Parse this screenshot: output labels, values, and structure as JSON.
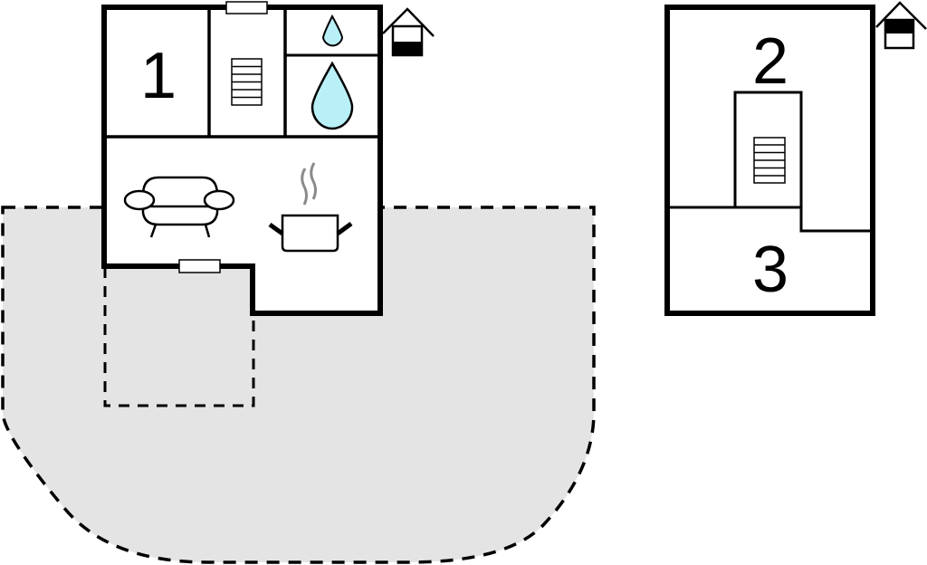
{
  "diagram": {
    "type": "floor-plan",
    "colors": {
      "wall": "#000000",
      "terrace_fill": "#e4e4e4",
      "water": "#b9f0f7",
      "steam": "#8a8a8a",
      "background": "#ffffff"
    },
    "ground_floor": {
      "level_icon": "house-ground-floor-icon",
      "rooms": [
        {
          "id": "bedroom-1",
          "label": "1",
          "type": "bedroom"
        },
        {
          "id": "stairs",
          "label": "",
          "type": "staircase",
          "icon": "stairs-icon"
        },
        {
          "id": "toilet",
          "label": "",
          "type": "toilet",
          "icon": "small-water-drop-icon"
        },
        {
          "id": "bathroom",
          "label": "",
          "type": "bathroom",
          "icon": "large-water-drop-icon"
        },
        {
          "id": "living-kitchen",
          "label": "",
          "type": "living-room-kitchen",
          "icons": [
            "sofa-icon",
            "cooking-pot-icon"
          ]
        }
      ],
      "windows": [
        "window-top",
        "window-bottom"
      ],
      "outdoor": [
        {
          "id": "terrace",
          "type": "terrace"
        },
        {
          "id": "covered-terrace",
          "type": "covered-area"
        }
      ]
    },
    "upper_floor": {
      "level_icon": "house-upper-floor-icon",
      "rooms": [
        {
          "id": "bedroom-2",
          "label": "2",
          "type": "bedroom"
        },
        {
          "id": "stairs-upper",
          "label": "",
          "type": "staircase",
          "icon": "stairs-icon"
        },
        {
          "id": "bedroom-3",
          "label": "3",
          "type": "bedroom"
        }
      ]
    }
  }
}
